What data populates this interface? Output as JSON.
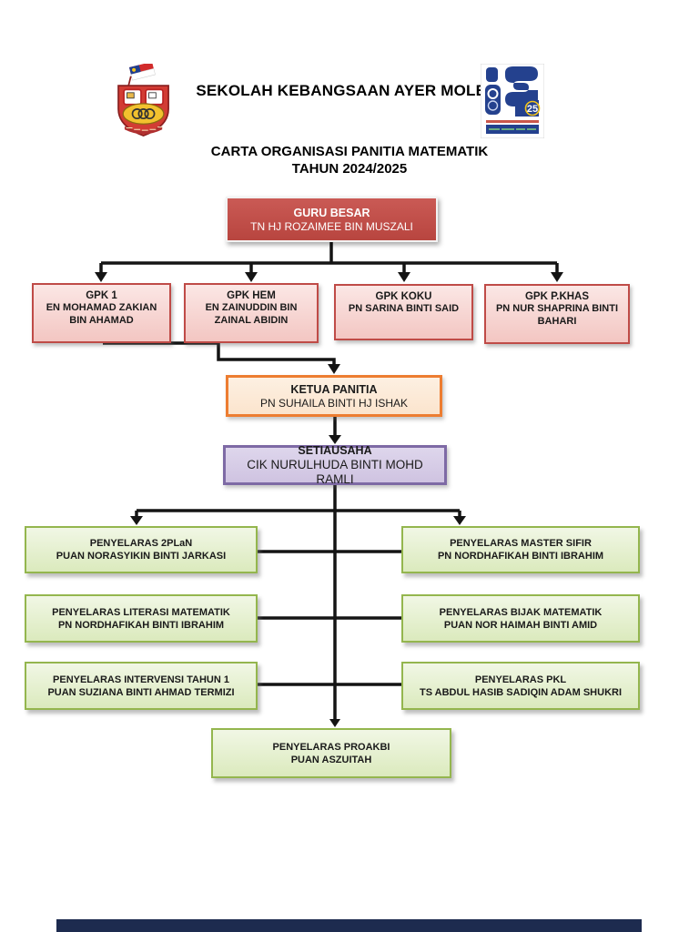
{
  "page": {
    "school_name": "SEKOLAH KEBANGSAAN AYER MOLEK",
    "title_line1": "CARTA ORGANISASI PANITIA MATEMATIK",
    "title_line2": "TAHUN 2024/2025",
    "anniversary_logo_number": "25"
  },
  "org": {
    "guru_besar": {
      "role": "GURU BESAR",
      "name": "TN HJ ROZAIMEE BIN MUSZALI"
    },
    "gpk": [
      {
        "role": "GPK 1",
        "name": "EN MOHAMAD ZAKIAN BIN AHAMAD"
      },
      {
        "role": "GPK HEM",
        "name": "EN ZAINUDDIN BIN ZAINAL ABIDIN"
      },
      {
        "role": "GPK KOKU",
        "name": "PN SARINA BINTI SAID"
      },
      {
        "role": "GPK P.KHAS",
        "name": "PN NUR SHAPRINA BINTI BAHARI"
      }
    ],
    "ketua_panitia": {
      "role": "KETUA PANITIA",
      "name": "PN SUHAILA BINTI HJ ISHAK"
    },
    "setiausaha": {
      "role": "SETIAUSAHA",
      "name": "CIK NURULHUDA BINTI MOHD RAMLI"
    },
    "penyelaras": [
      {
        "role": "PENYELARAS 2PLaN",
        "name": "PUAN NORASYIKIN BINTI JARKASI"
      },
      {
        "role": "PENYELARAS MASTER SIFIR",
        "name": "PN NORDHAFIKAH BINTI IBRAHIM"
      },
      {
        "role": "PENYELARAS LITERASI MATEMATIK",
        "name": "PN NORDHAFIKAH BINTI IBRAHIM"
      },
      {
        "role": "PENYELARAS BIJAK MATEMATIK",
        "name": "PUAN NOR HAIMAH BINTI AMID"
      },
      {
        "role": "PENYELARAS INTERVENSI TAHUN 1",
        "name": "PUAN SUZIANA BINTI AHMAD TERMIZI"
      },
      {
        "role": "PENYELARAS PKL",
        "name": "TS ABDUL HASIB SADIQIN ADAM SHUKRI"
      },
      {
        "role": "PENYELARAS PROAKBI",
        "name": "PUAN ASZUITAH"
      }
    ]
  },
  "colors": {
    "guru_besar_fill": "#c0504d",
    "gpk_border": "#bf4b47",
    "ketua_border": "#ed7d31",
    "setiausaha_border": "#7e6aa5",
    "penyelaras_border": "#94b64e",
    "connector": "#141414",
    "footer_bar": "#1d2b4f"
  }
}
